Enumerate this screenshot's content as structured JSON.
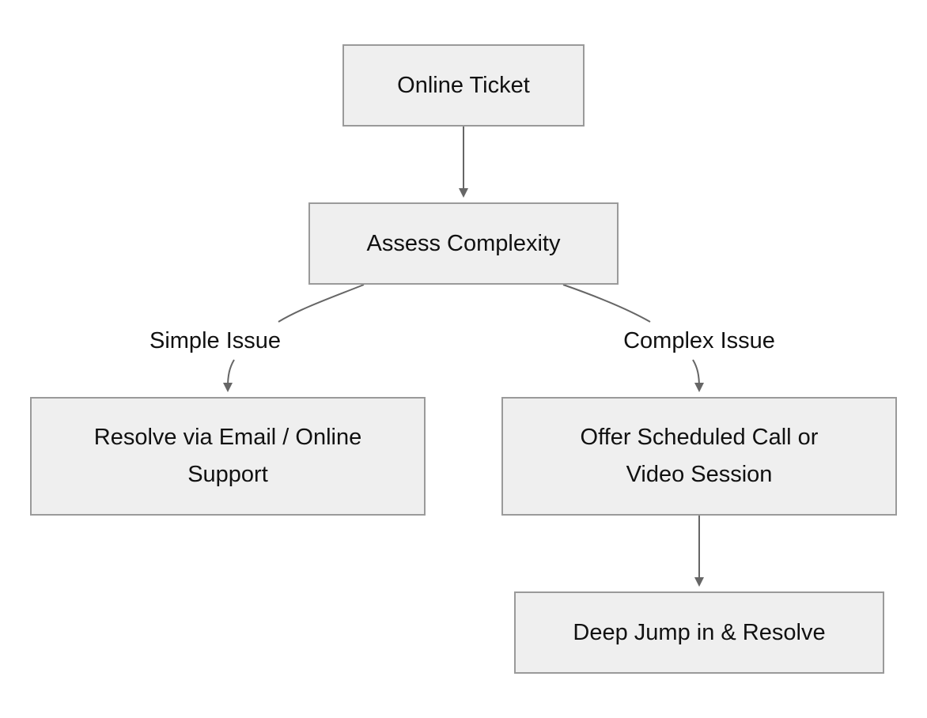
{
  "colors": {
    "node_fill": "#efefef",
    "node_border": "#9a9a9a",
    "edge": "#666666",
    "text": "#111111",
    "background": "#ffffff"
  },
  "nodes": {
    "online_ticket": "Online Ticket",
    "assess_complexity": "Assess Complexity",
    "resolve_email": "Resolve via Email / Online Support",
    "offer_call": "Offer Scheduled Call or Video Session",
    "deep_jump": "Deep Jump in & Resolve"
  },
  "edges": [
    {
      "from": "online_ticket",
      "to": "assess_complexity",
      "label": ""
    },
    {
      "from": "assess_complexity",
      "to": "resolve_email",
      "label": "Simple Issue"
    },
    {
      "from": "assess_complexity",
      "to": "offer_call",
      "label": "Complex Issue"
    },
    {
      "from": "offer_call",
      "to": "deep_jump",
      "label": ""
    }
  ],
  "edge_labels": {
    "simple": "Simple Issue",
    "complex": "Complex Issue"
  }
}
